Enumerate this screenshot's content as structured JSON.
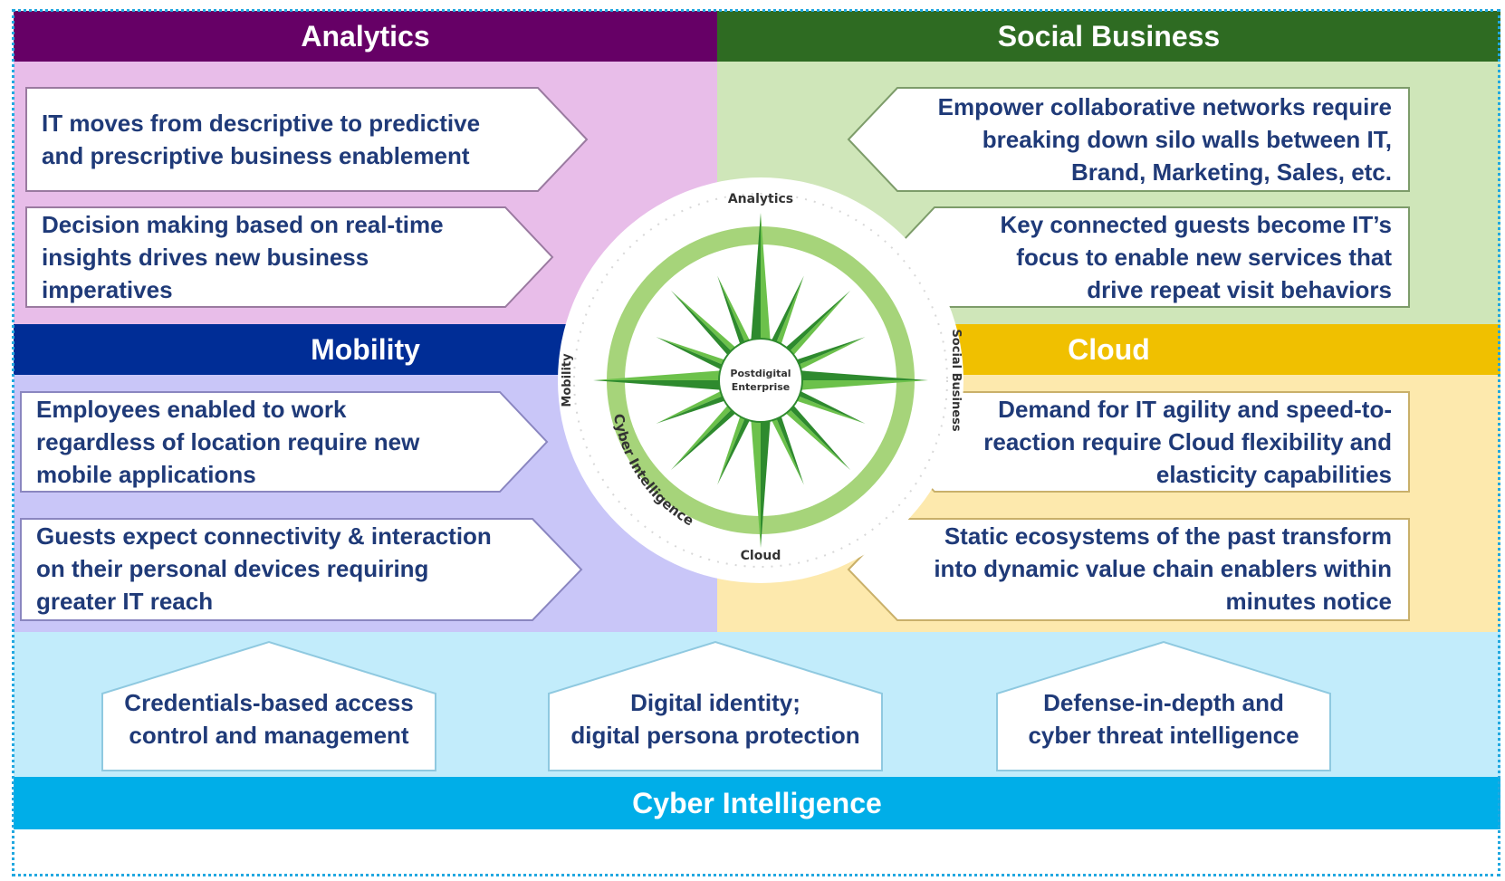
{
  "quadrants": {
    "analytics": {
      "title": "Analytics",
      "colors": {
        "header": "#660066",
        "bg": "#e8bde9"
      },
      "items": [
        "IT moves from descriptive to predictive\nand prescriptive business enablement",
        "Decision making based on real-time\ninsights drives new business\nimperatives"
      ]
    },
    "social_business": {
      "title": "Social Business",
      "colors": {
        "header": "#2e6b22",
        "bg": "#cfe6b9"
      },
      "items": [
        "Empower collaborative networks require\nbreaking down silo walls between IT,\nBrand, Marketing, Sales, etc.",
        "Key connected guests become IT’s\nfocus to enable new services that\ndrive repeat visit behaviors"
      ]
    },
    "mobility": {
      "title": "Mobility",
      "colors": {
        "header": "#002d96",
        "bg": "#c9c6f8"
      },
      "items": [
        "Employees enabled to work\nregardless of location require new\nmobile applications",
        "Guests expect connectivity & interaction\non their personal devices requiring\ngreater IT reach"
      ]
    },
    "cloud": {
      "title": "Cloud",
      "colors": {
        "header": "#f0c000",
        "bg": "#fde9ad"
      },
      "items": [
        "Demand for IT agility and speed-to-\nreaction require Cloud flexibility and\nelasticity capabilities",
        "Static ecosystems of the past transform\ninto dynamic value chain enablers within\nminutes notice"
      ]
    }
  },
  "cyber": {
    "title": "Cyber Intelligence",
    "colors": {
      "header": "#00aee8",
      "bg": "#c2ecfb"
    },
    "items": [
      "Credentials-based access\ncontrol and management",
      "Digital identity;\ndigital persona protection",
      "Defense-in-depth and\ncyber threat intelligence"
    ]
  },
  "compass": {
    "center_label": "Postdigital\nEnterprise",
    "labels": {
      "top": "Analytics",
      "right": "Social Business",
      "bottom": "Cloud",
      "left": "Mobility",
      "arc": "Cyber Intelligence"
    },
    "colors": {
      "ring": "#a6d47a",
      "star_light": "#6cc14b",
      "star_dark": "#2e8a2e"
    }
  }
}
